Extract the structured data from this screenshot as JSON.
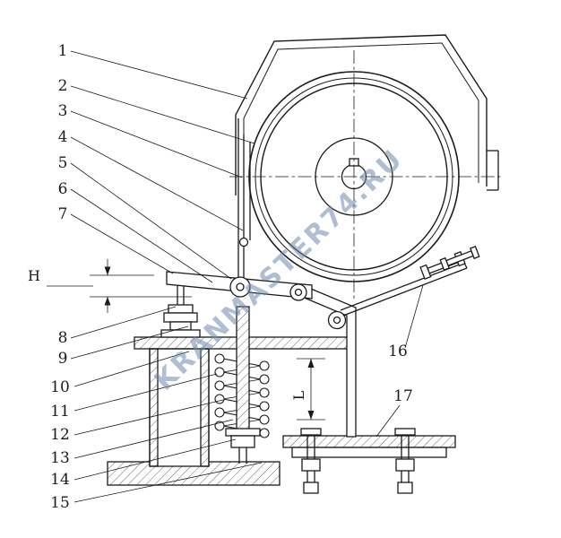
{
  "colors": {
    "line": "#1b1b1b",
    "watermark": "#7189ae",
    "background": "#ffffff"
  },
  "watermark": {
    "text": "KRANMASTER74.RU"
  },
  "dimensions": {
    "h_label": "H",
    "l_label": "L"
  },
  "callouts": [
    {
      "label": "1"
    },
    {
      "label": "2"
    },
    {
      "label": "3"
    },
    {
      "label": "4"
    },
    {
      "label": "5"
    },
    {
      "label": "6"
    },
    {
      "label": "7"
    },
    {
      "label": "8"
    },
    {
      "label": "9"
    },
    {
      "label": "10"
    },
    {
      "label": "11"
    },
    {
      "label": "12"
    },
    {
      "label": "13"
    },
    {
      "label": "14"
    },
    {
      "label": "15"
    },
    {
      "label": "16"
    },
    {
      "label": "17"
    }
  ]
}
